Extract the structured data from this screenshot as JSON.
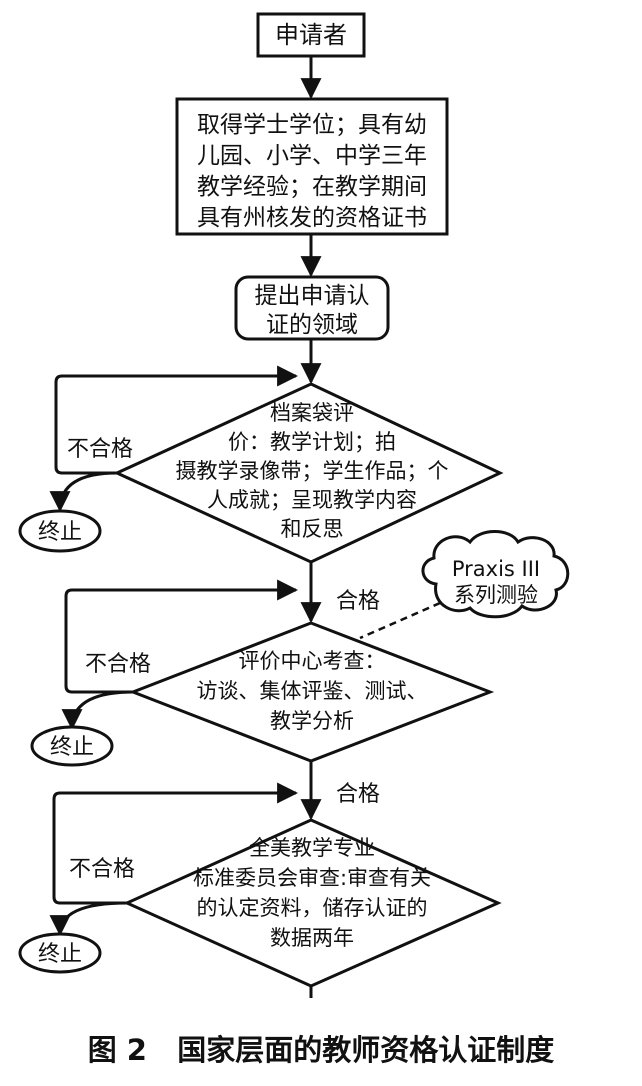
{
  "diagram": {
    "start_box": "申请者",
    "requirements": [
      "取得学士学位；具有幼",
      "儿园、小学、中学三年",
      "教学经验；在教学期间",
      "具有州核发的资格证书"
    ],
    "apply_box": [
      "提出申请认",
      "证的领域"
    ],
    "decision1": [
      "档案袋评",
      "价：教学计划；拍",
      "摄教学录像带；学生作品；个",
      "人成就；呈现教学内容",
      "和反思"
    ],
    "decision2": [
      "评价中心考查：",
      "访谈、集体评鉴、测试、",
      "教学分析"
    ],
    "decision3": [
      "全美教学专业",
      "标准委员会审查:审查有关",
      "的认定资料，储存认证的",
      "数据两年"
    ],
    "cloud": [
      "Praxis III",
      "系列测验"
    ],
    "fail_label": "不合格",
    "pass_label": "合格",
    "end_label": "终止"
  },
  "caption": "图 2   国家层面的教师资格认证制度",
  "colors": {
    "ink": "#111111",
    "background": "#ffffff"
  }
}
